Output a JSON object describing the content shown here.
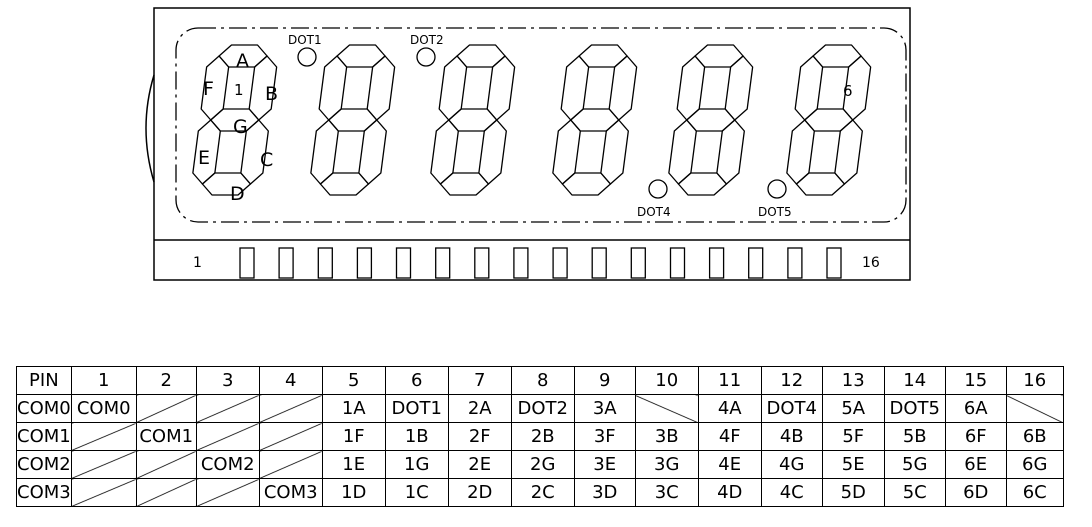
{
  "display": {
    "segment_labels": {
      "A": "A",
      "B": "B",
      "C": "C",
      "D": "D",
      "E": "E",
      "F": "F",
      "G": "G"
    },
    "digit_first_label": "1",
    "digit_last_label": "6",
    "dots": {
      "dot1": "DOT1",
      "dot2": "DOT2",
      "dot4": "DOT4",
      "dot5": "DOT5"
    },
    "pin_first": "1",
    "pin_last": "16"
  },
  "table": {
    "header": [
      "PIN",
      "1",
      "2",
      "3",
      "4",
      "5",
      "6",
      "7",
      "8",
      "9",
      "10",
      "11",
      "12",
      "13",
      "14",
      "15",
      "16"
    ],
    "rows": [
      [
        "COM0",
        "COM0",
        "",
        "",
        "",
        "1A",
        "DOT1",
        "2A",
        "DOT2",
        "3A",
        "",
        "4A",
        "DOT4",
        "5A",
        "DOT5",
        "6A",
        ""
      ],
      [
        "COM1",
        "",
        "COM1",
        "",
        "",
        "1F",
        "1B",
        "2F",
        "2B",
        "3F",
        "3B",
        "4F",
        "4B",
        "5F",
        "5B",
        "6F",
        "6B"
      ],
      [
        "COM2",
        "",
        "",
        "COM2",
        "",
        "1E",
        "1G",
        "2E",
        "2G",
        "3E",
        "3G",
        "4E",
        "4G",
        "5E",
        "5G",
        "6E",
        "6G"
      ],
      [
        "COM3",
        "",
        "",
        "",
        "COM3",
        "1D",
        "1C",
        "2D",
        "2C",
        "3D",
        "3C",
        "4D",
        "4C",
        "5D",
        "5C",
        "6D",
        "6C"
      ]
    ]
  }
}
